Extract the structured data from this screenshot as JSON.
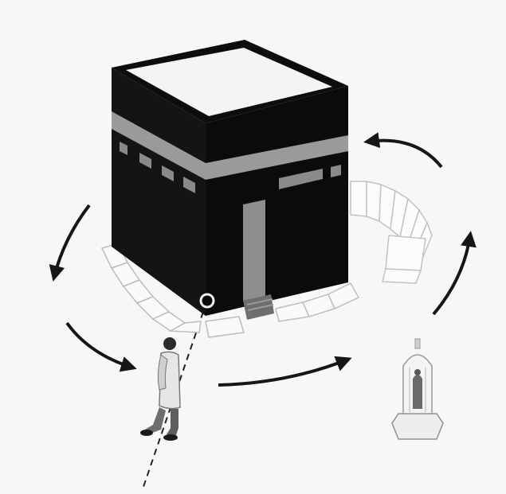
{
  "diagram": {
    "kind": "tawaf-circumambulation-illustration",
    "colors": {
      "background": "#f7f7f9",
      "cube_front": "#141414",
      "cube_side": "#0b0b0b",
      "cube_top": "#f4f4f4",
      "cube_band": "#9a9a9a",
      "door": "#8e8e8e",
      "arrow": "#161616",
      "outline": "#bdbdbd",
      "pavement": "#fafafa"
    },
    "arrows": [
      {
        "id": "arrow-left-upper",
        "direction": "counterclockwise"
      },
      {
        "id": "arrow-left-lower",
        "direction": "counterclockwise"
      },
      {
        "id": "arrow-front",
        "direction": "counterclockwise"
      },
      {
        "id": "arrow-right-lower",
        "direction": "counterclockwise"
      },
      {
        "id": "arrow-right-upper",
        "direction": "counterclockwise"
      }
    ],
    "elements": [
      "kaaba-cube",
      "kiswah-band",
      "kaaba-door",
      "black-stone",
      "hijr-ismail-wall",
      "maqam-ibrahim",
      "pilgrim-figure",
      "start-line"
    ]
  }
}
